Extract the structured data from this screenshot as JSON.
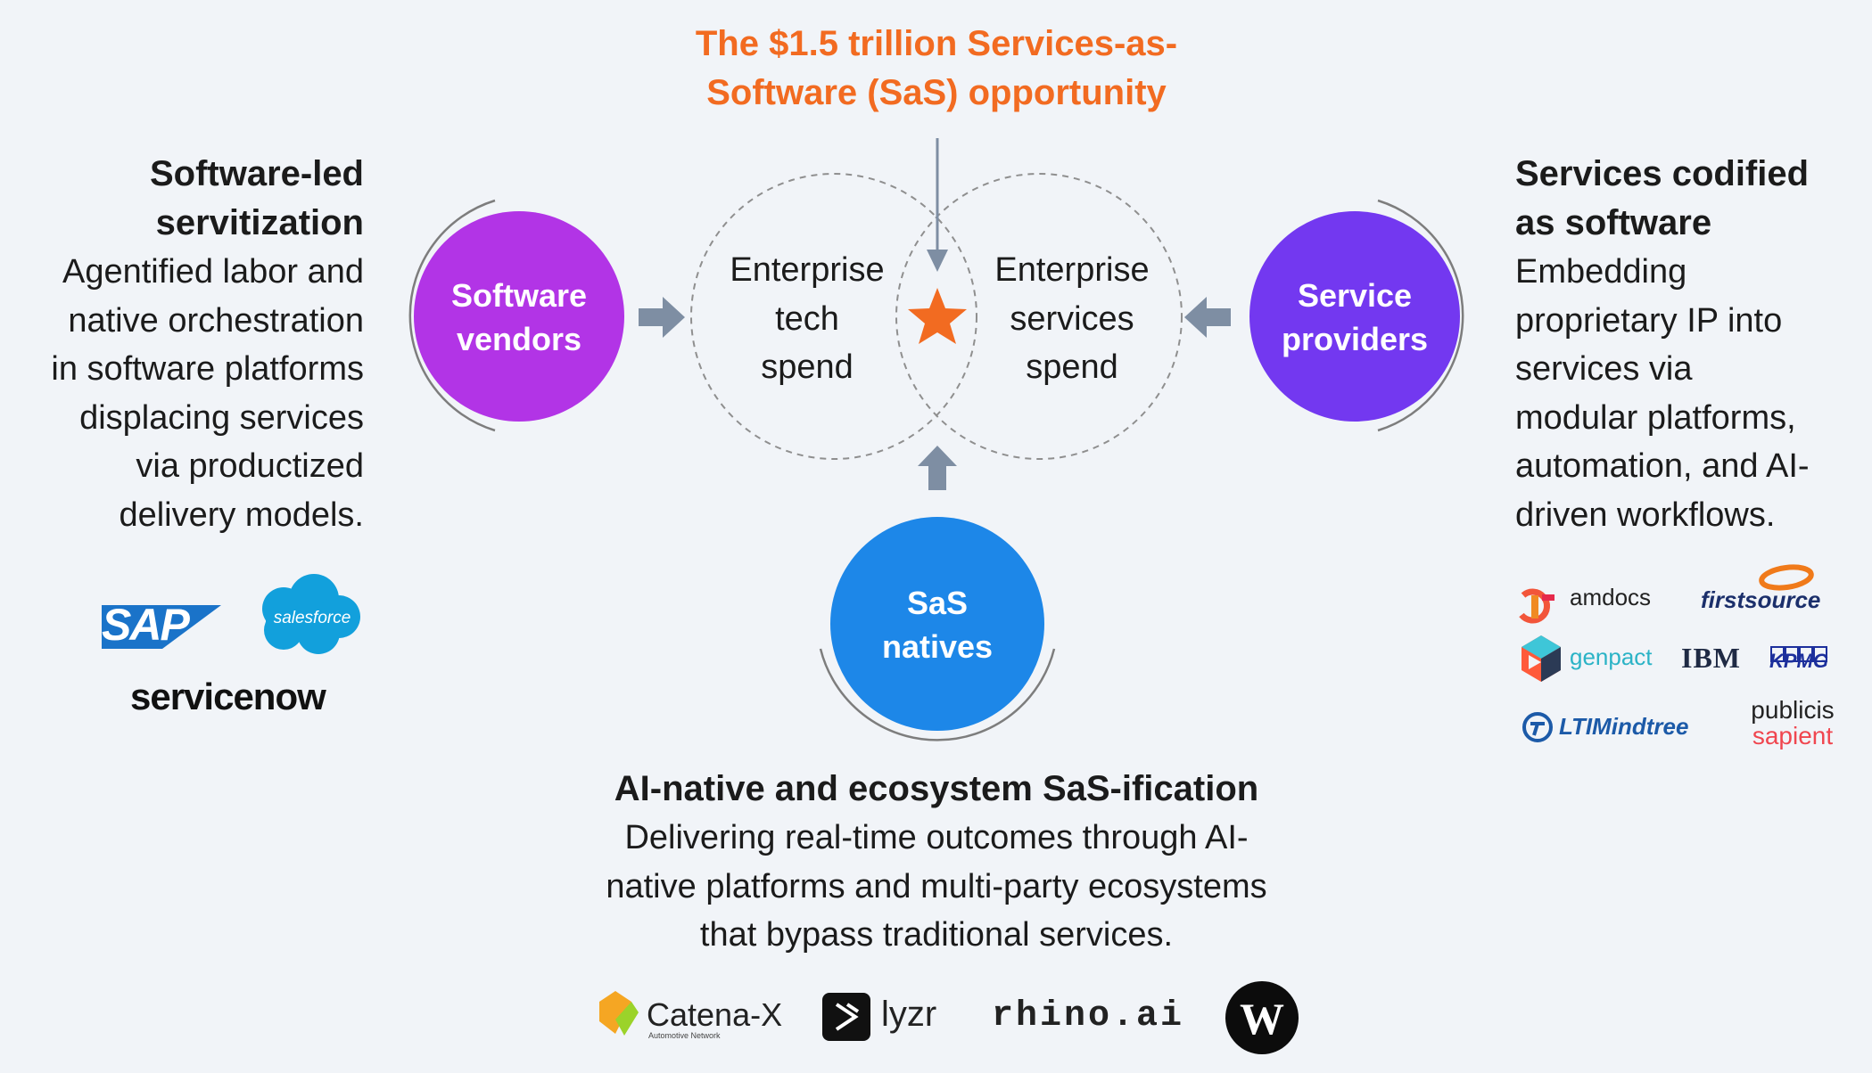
{
  "headline": {
    "line1": "The $1.5 trillion Services-as-",
    "line2": "Software (SaS) opportunity"
  },
  "venn": {
    "left_label": [
      "Enterprise",
      "tech",
      "spend"
    ],
    "right_label": [
      "Enterprise",
      "services",
      "spend"
    ]
  },
  "actors": {
    "software_vendors": {
      "line1": "Software",
      "line2": "vendors",
      "color": "#b234e6"
    },
    "service_providers": {
      "line1": "Service",
      "line2": "providers",
      "color": "#7338f0"
    },
    "sas_natives": {
      "line1": "SaS",
      "line2": "natives",
      "color": "#1d87e8"
    }
  },
  "left_block": {
    "title_line1": "Software-led",
    "title_line2": "servitization",
    "body": [
      "Agentified labor and",
      "native orchestration",
      "in software platforms",
      "displacing services",
      "via productized",
      "delivery models."
    ],
    "logos": [
      "SAP",
      "salesforce",
      "servicenow"
    ]
  },
  "right_block": {
    "title_line1": "Services codified",
    "title_line2": "as software",
    "body": [
      "Embedding",
      "proprietary IP into",
      "services via",
      "modular platforms,",
      "automation, and AI-",
      "driven workflows."
    ],
    "logos": {
      "amdocs": "amdocs",
      "firstsource": "firstsource",
      "genpact": "genpact",
      "ibm": "IBM",
      "kpmg": "KPMG",
      "ltimindtree": "LTIMindtree",
      "publicis": "publicis",
      "sapient": "sapient"
    }
  },
  "bottom_block": {
    "title": "AI-native and ecosystem SaS-ification",
    "body": [
      "Delivering real-time outcomes through AI-",
      "native platforms and multi-party ecosystems",
      "that bypass traditional services."
    ],
    "logos": {
      "catena": "Catena-X",
      "catena_sub": "Automotive Network",
      "lyzr": "lyzr",
      "rhino": "rhino.ai",
      "w": "W"
    }
  },
  "colors": {
    "accent_orange": "#f26b21",
    "arrow_gray": "#7e8ea3",
    "dashed_circle": "#8f8f8f"
  },
  "icons": [
    "star-icon",
    "arrow-right-icon",
    "arrow-left-icon",
    "arrow-up-icon",
    "arrow-down-icon"
  ]
}
